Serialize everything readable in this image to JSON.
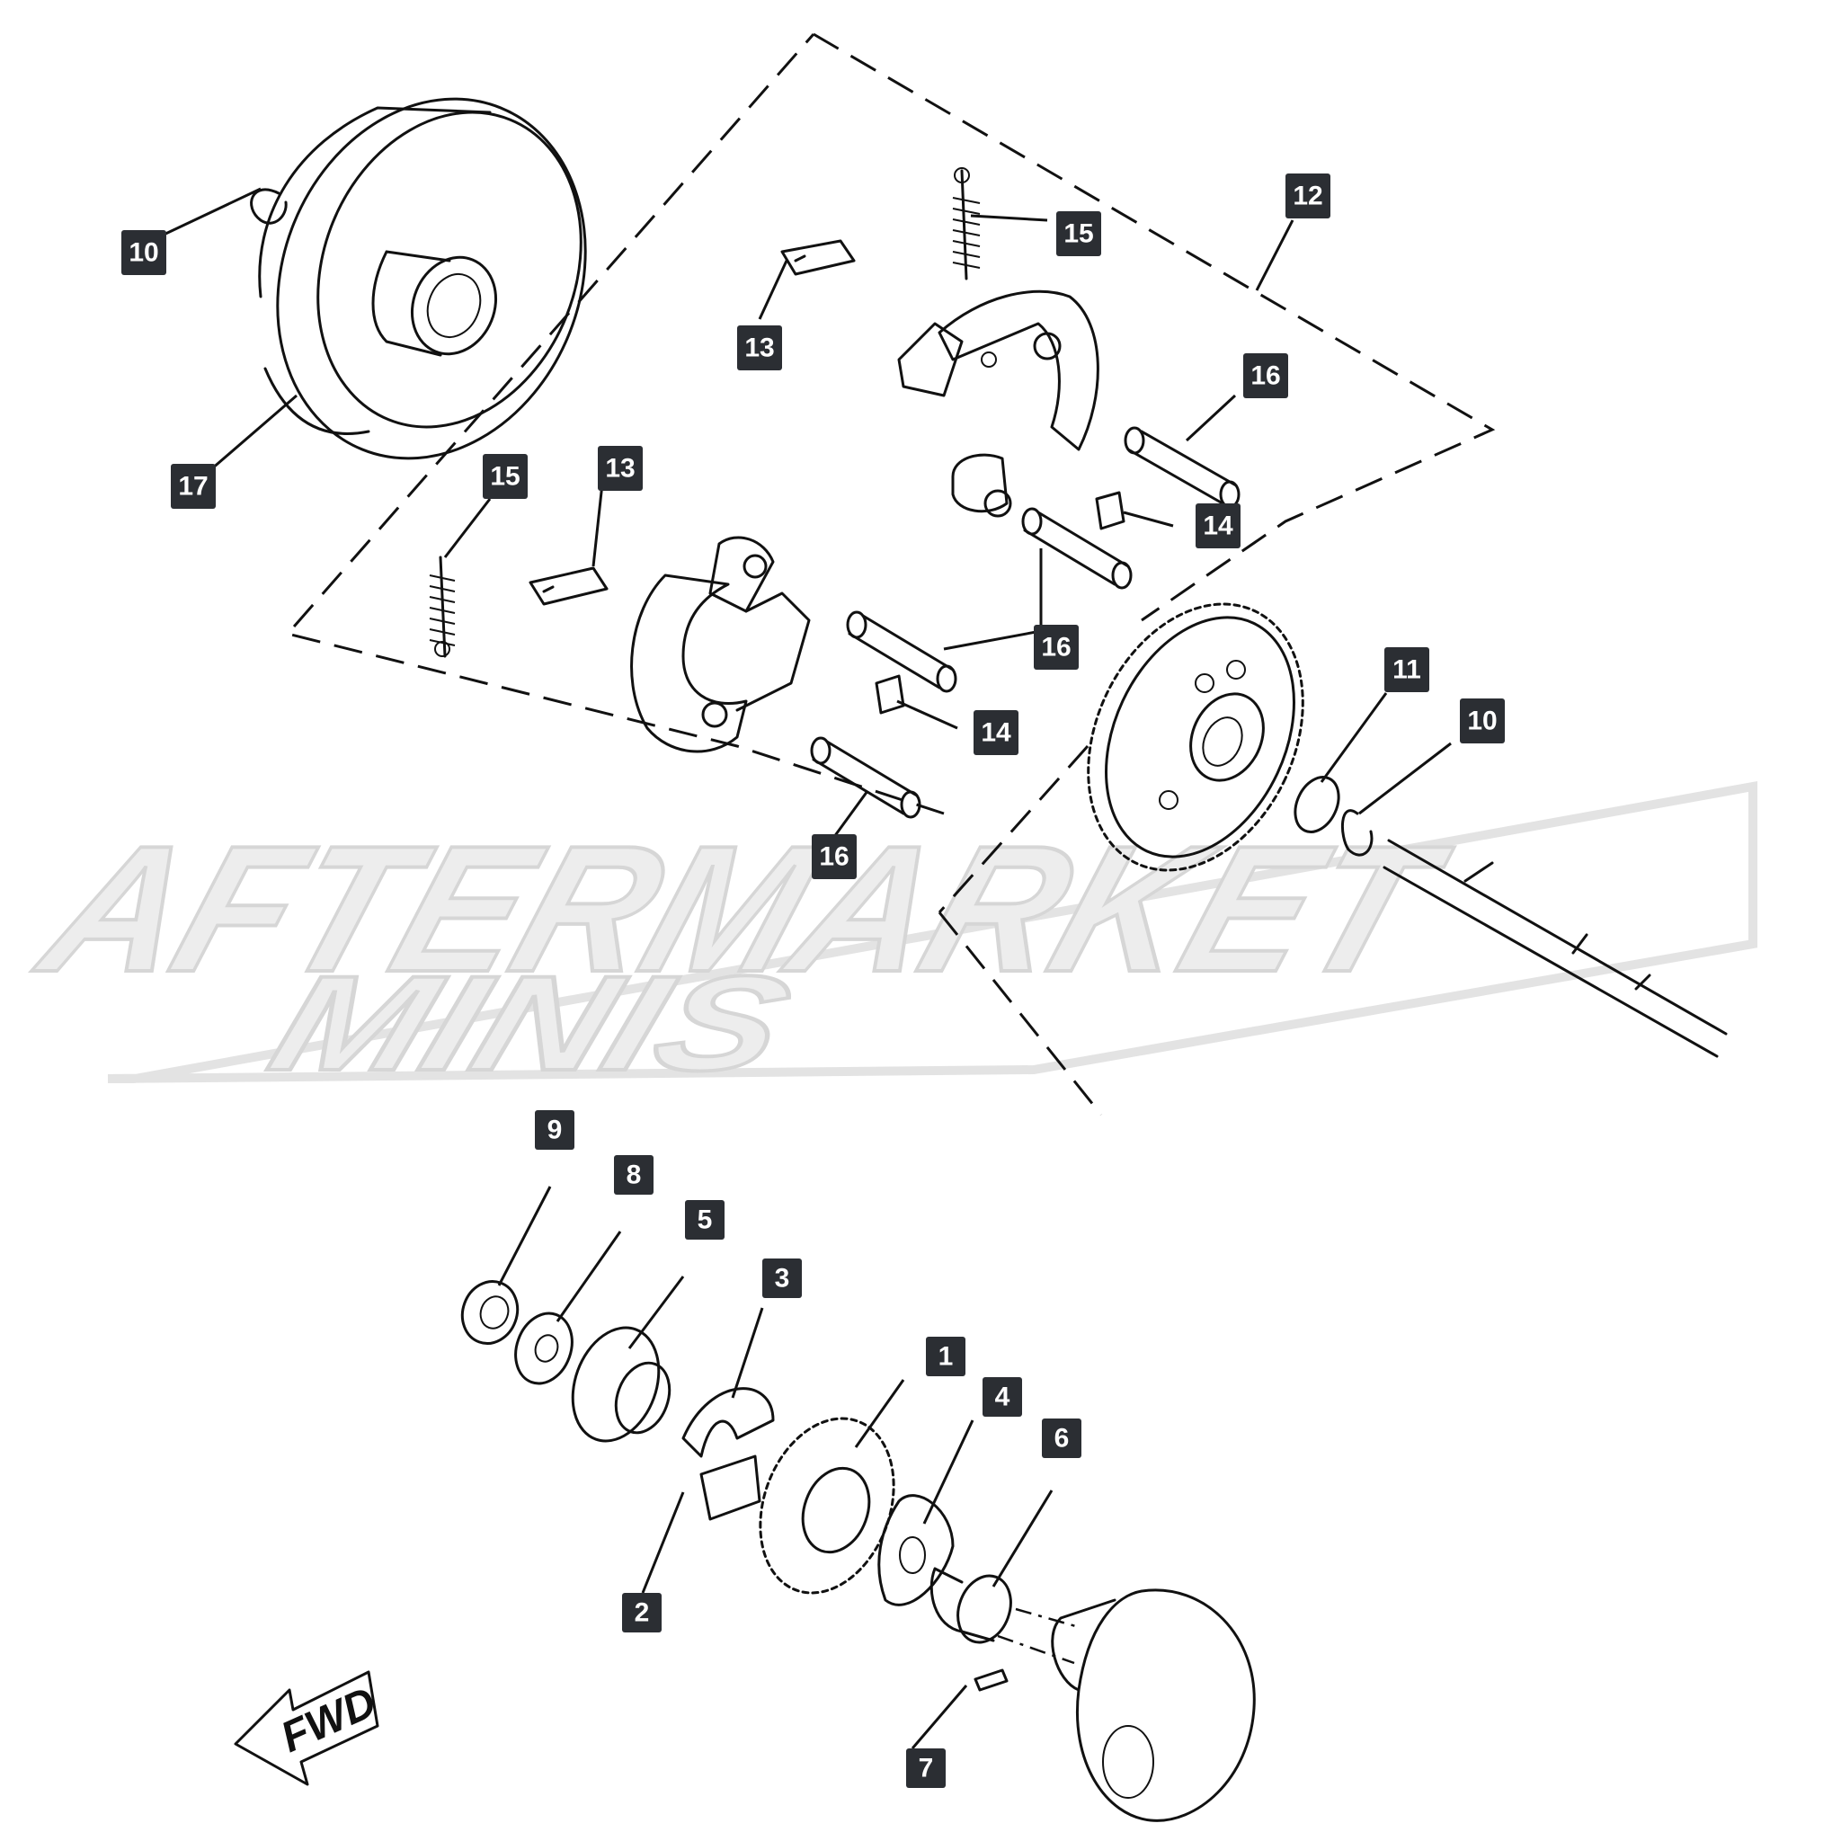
{
  "watermark": {
    "line1": "AFTERMARKET",
    "line2": "MINIS"
  },
  "direction_arrow": {
    "label": "FWD",
    "icon": "arrow-left-icon"
  },
  "callouts": [
    {
      "label": "1"
    },
    {
      "label": "2"
    },
    {
      "label": "3"
    },
    {
      "label": "4"
    },
    {
      "label": "5"
    },
    {
      "label": "6"
    },
    {
      "label": "7"
    },
    {
      "label": "8"
    },
    {
      "label": "9"
    },
    {
      "label": "10"
    },
    {
      "label": "10"
    },
    {
      "label": "11"
    },
    {
      "label": "12"
    },
    {
      "label": "13"
    },
    {
      "label": "13"
    },
    {
      "label": "14"
    },
    {
      "label": "14"
    },
    {
      "label": "15"
    },
    {
      "label": "15"
    },
    {
      "label": "16"
    },
    {
      "label": "16"
    },
    {
      "label": "16"
    },
    {
      "label": "17"
    }
  ]
}
